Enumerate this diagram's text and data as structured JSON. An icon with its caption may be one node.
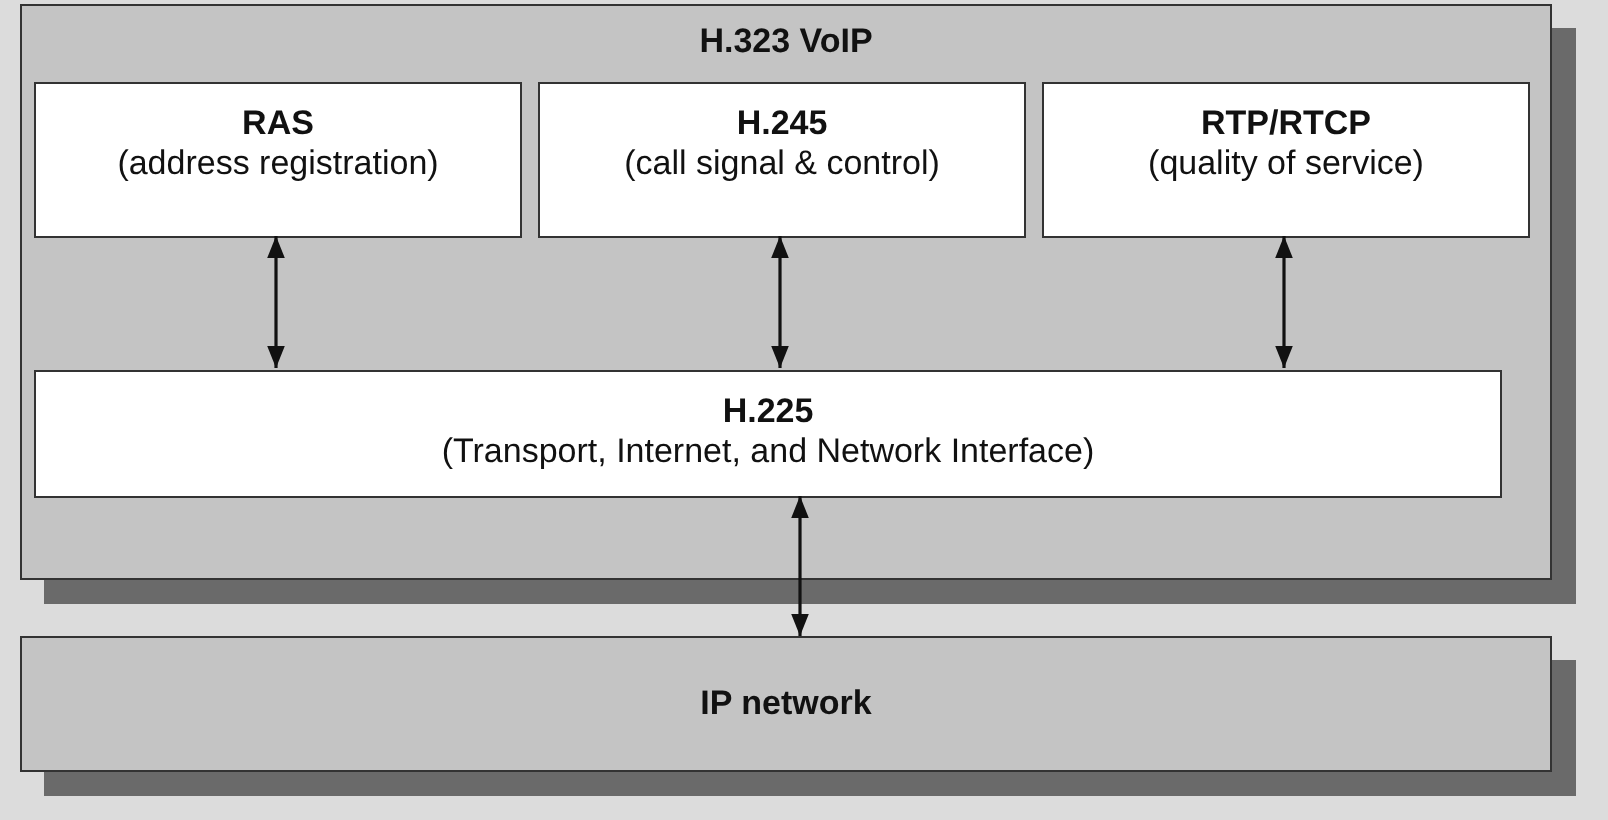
{
  "diagram": {
    "nodes": [
      {
        "text": [
          "H.323 VoIP"
        ]
      },
      {
        "text": [
          "RAS",
          "(address registration)"
        ],
        "in": 0
      },
      {
        "text": [
          "H.245",
          "(call signal & control)"
        ],
        "in": 0
      },
      {
        "text": [
          "RTP/RTCP",
          "(quality of service)"
        ],
        "in": 0
      },
      {
        "text": [
          "H.225",
          "(Transport, Internet, and Network Interface)"
        ],
        "in": 0
      },
      {
        "text": [
          "IP network"
        ]
      }
    ],
    "edges": [
      {
        "from": 1,
        "to": 4,
        "arrow": "both"
      },
      {
        "from": 2,
        "to": 4,
        "arrow": "both"
      },
      {
        "from": 3,
        "to": 4,
        "arrow": "both"
      },
      {
        "from": 4,
        "to": 5,
        "arrow": "both"
      }
    ]
  }
}
